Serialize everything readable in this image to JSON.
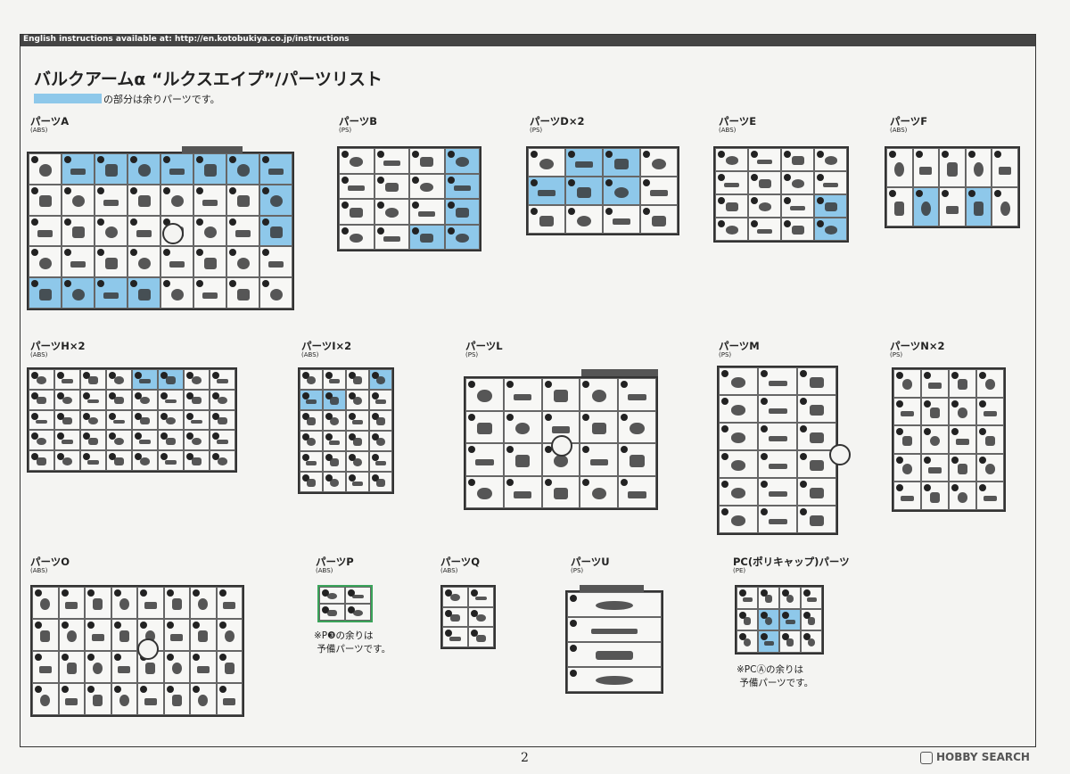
{
  "header": {
    "instructions": "English instructions available at: http://en.kotobukiya.co.jp/instructions"
  },
  "title": "バルクアームα “ルクスエイプ”/パーツリスト",
  "legend": "の部分は余りパーツです。",
  "groups": {
    "A": {
      "name": "パーツA",
      "mat": "(ABS)"
    },
    "B": {
      "name": "パーツB",
      "mat": "(PS)"
    },
    "D": {
      "name": "パーツD×2",
      "mat": "(PS)"
    },
    "E": {
      "name": "パーツE",
      "mat": "(ABS)"
    },
    "F": {
      "name": "パーツF",
      "mat": "(ABS)"
    },
    "H": {
      "name": "パーツH×2",
      "mat": "(ABS)"
    },
    "I": {
      "name": "パーツI×2",
      "mat": "(ABS)"
    },
    "L": {
      "name": "パーツL",
      "mat": "(PS)"
    },
    "M": {
      "name": "パーツM",
      "mat": "(PS)"
    },
    "N": {
      "name": "パーツN×2",
      "mat": "(PS)"
    },
    "O": {
      "name": "パーツO",
      "mat": "(ABS)"
    },
    "P": {
      "name": "パーツP",
      "mat": "(ABS)"
    },
    "Q": {
      "name": "パーツQ",
      "mat": "(ABS)"
    },
    "U": {
      "name": "パーツU",
      "mat": "(PS)"
    },
    "PC": {
      "name": "PC(ポリキャップ)パーツ",
      "mat": "(PE)"
    }
  },
  "notes": {
    "P": "※P❸の余りは\n 予備パーツです。",
    "PC": "※PCⒶの余りは\n 予備パーツです。"
  },
  "colors": {
    "spare": "#8ec8ea",
    "sprue": "#333333"
  },
  "page_number": "2",
  "watermark": "HOBBY SEARCH"
}
